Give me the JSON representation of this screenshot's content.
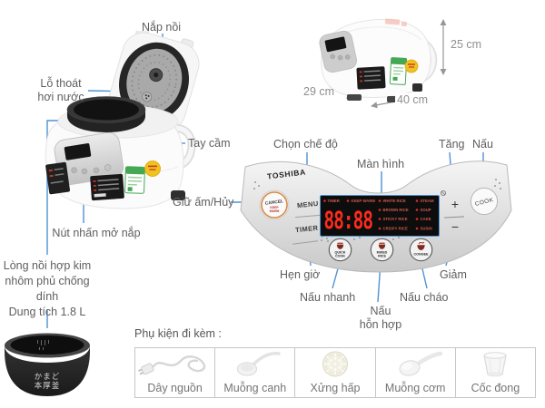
{
  "colors": {
    "callout_blue": "#4d92d6",
    "dimension_gray": "#979797",
    "led_red": "#ff2b1c",
    "cancel_ring_orange": "#d98a45",
    "label_gray": "#5e5e5e",
    "green_sticker": "#45a855",
    "yellow_sticker": "#f1c11e"
  },
  "open_cooker": {
    "labels": {
      "lid": "Nắp nồi",
      "steam_vent": [
        "Lỗ thoát",
        "hơi nước"
      ],
      "handle": "Tay cầm",
      "open_button": "Nút nhấn mở nắp",
      "inner_pot": [
        "Lòng nồi hợp kim",
        "nhôm phủ chống dính",
        "Dung tích 1.8 L"
      ]
    },
    "pot_engraving": [
      "かまど",
      "本厚釜"
    ]
  },
  "dimensions": {
    "height": "25 cm",
    "depth": "29 cm",
    "width": "40 cm"
  },
  "control_panel": {
    "brand": "TOSHIBA",
    "callouts": {
      "mode_select": "Chọn chế độ",
      "screen": "Màn hình",
      "increase": "Tăng",
      "cook": "Nấu",
      "keep_warm_cancel": "Giữ ấm/Hủy",
      "timer": "Hẹn giờ",
      "quick_cook": "Nấu nhanh",
      "mixed_rice": [
        "Nấu",
        "hỗn hợp"
      ],
      "congee": "Nấu cháo",
      "decrease": "Giảm"
    },
    "buttons": {
      "cancel": "CANCEL",
      "cancel_sub1": "KEEP",
      "cancel_sub2": "WARM",
      "menu": "MENU",
      "timer": "TIMER",
      "plus": "+",
      "minus": "−",
      "cook": "COOK",
      "quick_cook": [
        "QUICK",
        "COOK"
      ],
      "mixed_rice": [
        "MIXED",
        "RICE"
      ],
      "congee": "CONGEE"
    },
    "display": {
      "time": "88:88",
      "status": [
        "TIMER",
        "KEEP WARM"
      ],
      "modes_col1": [
        "WHITE RICE",
        "BROWN RICE",
        "STICKY RICE",
        "CRISPY RICE"
      ],
      "modes_col2": [
        "STEAM",
        "SOUP",
        "CAKE",
        "SUSHI"
      ]
    }
  },
  "accessories": {
    "title": "Phụ kiện đi kèm :",
    "items": [
      {
        "label": "Dây nguồn",
        "icon": "power-cord-icon"
      },
      {
        "label": "Muỗng canh",
        "icon": "soup-ladle-icon"
      },
      {
        "label": "Xửng hấp",
        "icon": "steam-tray-icon"
      },
      {
        "label": "Muỗng cơm",
        "icon": "rice-paddle-icon"
      },
      {
        "label": "Cốc đong",
        "icon": "measuring-cup-icon"
      }
    ]
  }
}
